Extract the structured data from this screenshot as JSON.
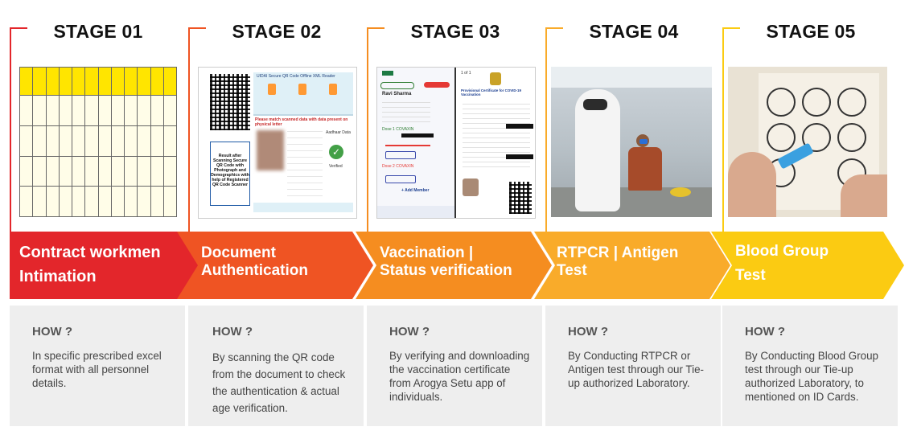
{
  "colors": {
    "stage1": "#e3262b",
    "stage2": "#ef5423",
    "stage3": "#f58d20",
    "stage4": "#f9ab2a",
    "stage5": "#fbcb12",
    "how_box": "#eeeeee"
  },
  "stages": [
    {
      "title": "STAGE 01",
      "label_line1": "Contract workmen",
      "label_line2": "Intimation",
      "how_title": "HOW ?",
      "how_text": "In specific prescribed excel format with all personnel details.",
      "thumbnail": "excel-sheet"
    },
    {
      "title": "STAGE 02",
      "label_line1": "Document",
      "label_line2": "Authentication",
      "how_title": "HOW ?",
      "how_text": "By scanning the QR code from the document to check the authentication & actual age verification.",
      "thumbnail": "qr-scan-result",
      "thumb_note": "Result after Scanning Secure QR Code with Photograph and Demographics with help of Registered QR Code Scanner",
      "thumb_header": "UIDAI Secure QR Code Offline XML Reader",
      "thumb_warning": "Please match scanned data with data present on physical letter",
      "thumb_signed": "Aadhaar Data",
      "thumb_verified": "Verified"
    },
    {
      "title": "STAGE 03",
      "label_line1": "Vaccination  |",
      "label_line2": "Status verification",
      "how_title": "HOW ?",
      "how_text": "By verifying  and downloading the vaccination certificate from Arogya Setu app of individuals.",
      "thumbnail": "vaccination-certificate",
      "thumb_name": "Ravi Sharma",
      "thumb_dose1": "Dose 1 COVAXIN",
      "thumb_dose2": "Dose 2 COVAXIN",
      "thumb_add": "+ Add Member",
      "thumb_cert_title": "Provisional Certificate for COVID-19 Vaccination",
      "thumb_page": "1 of 1"
    },
    {
      "title": "STAGE 04",
      "label_line1": "RTPCR  |  Antigen",
      "label_line2": "Test",
      "how_title": "HOW ?",
      "how_text": "By Conducting RTPCR or Antigen test through our Tie-up  authorized Laboratory.",
      "thumbnail": "swab-test-photo"
    },
    {
      "title": "STAGE 05",
      "label_line1": "Blood Group",
      "label_line2": "Test",
      "how_title": "HOW ?",
      "how_text": "By Conducting Blood Group test through our Tie-up  authorized Laboratory, to mentioned on ID Cards.",
      "thumbnail": "blood-test-card-photo"
    }
  ]
}
